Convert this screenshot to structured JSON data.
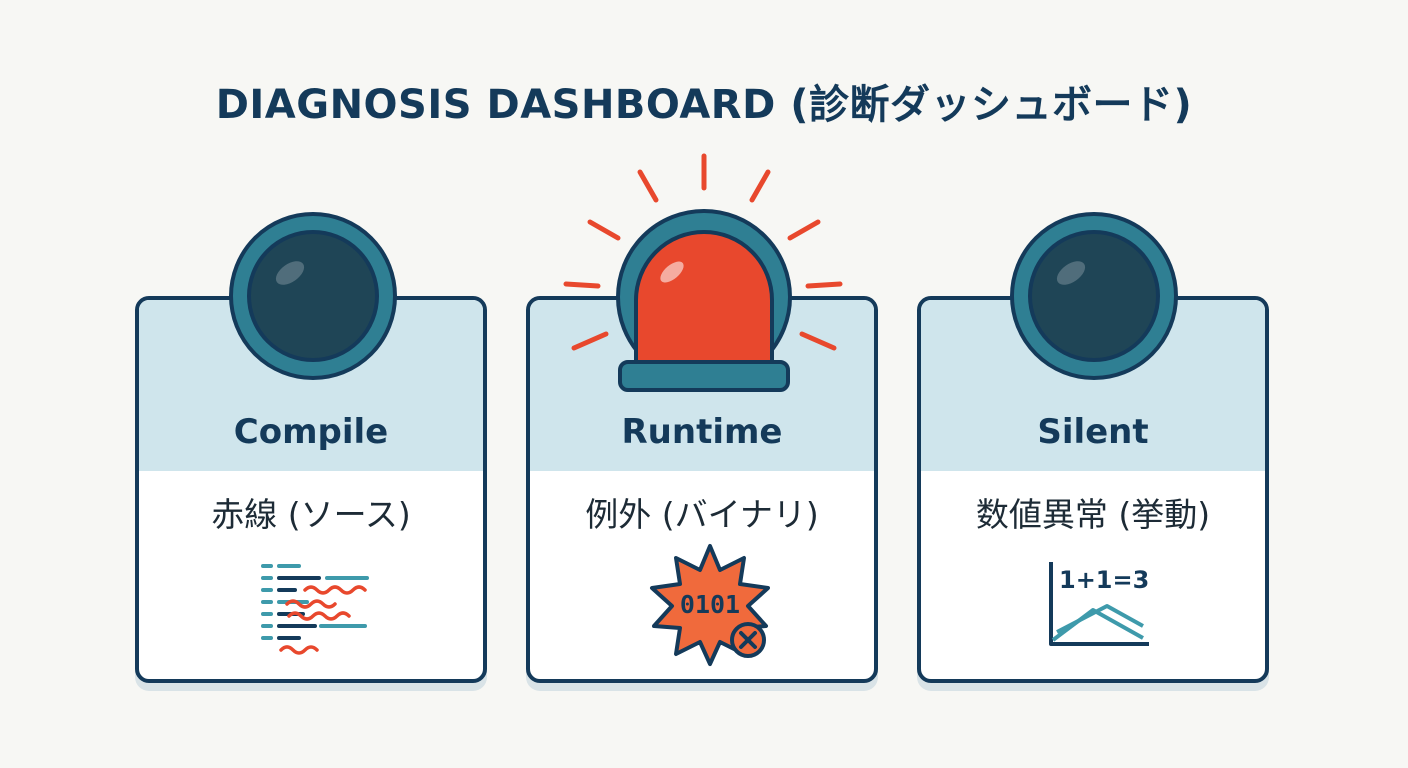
{
  "title": "DIAGNOSIS DASHBOARD (診断ダッシュボード)",
  "colors": {
    "navy": "#143a5a",
    "teal": "#2f7f93",
    "panel": "#cfe5ec",
    "alert_red": "#e8482d",
    "dark_bulb": "#1f4556"
  },
  "cards": [
    {
      "label": "Compile",
      "jp_label": "赤線 (ソース)",
      "indicator": "off",
      "icon": "code-lines-icon"
    },
    {
      "label": "Runtime",
      "jp_label": "例外 (バイナリ)",
      "indicator": "alarm-on",
      "icon": "error-burst-icon",
      "icon_text": "0101"
    },
    {
      "label": "Silent",
      "jp_label": "数値異常 (挙動)",
      "indicator": "off",
      "icon": "wrong-chart-icon",
      "icon_text": "1+1=3"
    }
  ]
}
